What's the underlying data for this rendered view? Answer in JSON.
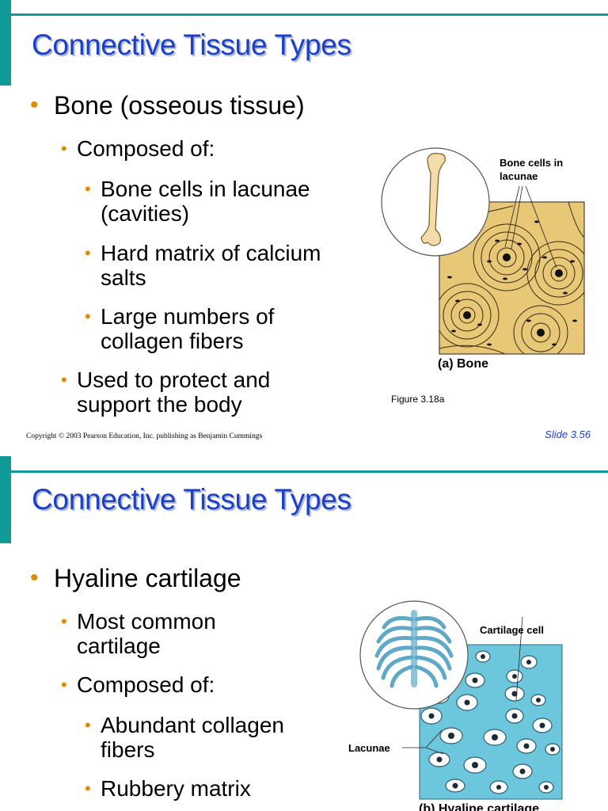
{
  "slides": [
    {
      "title": "Connective Tissue Types",
      "bullets": {
        "b1": "Bone (osseous tissue)",
        "b2": "Composed of:",
        "b3a": "Bone cells in lacunae",
        "b3b": "(cavities)",
        "b4a": "Hard matrix of calcium",
        "b4b": "salts",
        "b5a": "Large numbers of",
        "b5b": "collagen fibers",
        "b6a": "Used to protect and",
        "b6b": "support the body"
      },
      "figure": {
        "callout_line1": "Bone cells in",
        "callout_line2": "lacunae",
        "label": "(a) Bone",
        "caption": "Figure 3.18a"
      },
      "copyright": "Copyright © 2003 Pearson Education, Inc. publishing as Benjamin Cummings",
      "slide_number": "Slide 3.56"
    },
    {
      "title": "Connective Tissue Types",
      "bullets": {
        "b1": "Hyaline cartilage",
        "b2a": "Most common",
        "b2b": "cartilage",
        "b3": "Composed of:",
        "b4a": "Abundant collagen",
        "b4b": "fibers",
        "b5": "Rubbery matrix"
      },
      "figure": {
        "callout_cell": "Cartilage cell",
        "callout_lacunae": "Lacunae",
        "label": "(b) Hyaline cartilage"
      }
    }
  ],
  "colors": {
    "accent": "#0f9a98",
    "title": "#1c3fc8",
    "bullet": "#e08a00",
    "bone_matrix": "#e8c877",
    "cartilage_matrix": "#6cc7dc"
  },
  "icons": {
    "bullet": "•"
  }
}
